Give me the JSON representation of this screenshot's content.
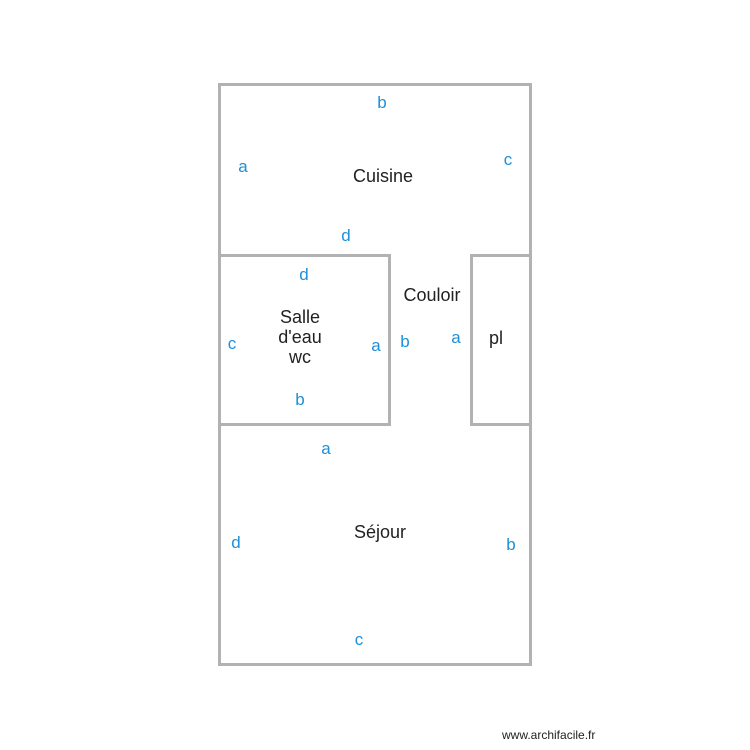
{
  "plan": {
    "rooms": [
      {
        "name": "Cuisine",
        "label": "Cuisine"
      },
      {
        "name": "Salle d'eau wc",
        "label": "Salle\nd'eau\nwc"
      },
      {
        "name": "Couloir",
        "label": "Couloir"
      },
      {
        "name": "pl",
        "label": "pl"
      },
      {
        "name": "Séjour",
        "label": "Séjour"
      }
    ],
    "wall_tags": {
      "cuisine": {
        "top": "b",
        "left": "a",
        "right": "c",
        "bottom": "d"
      },
      "salle_deau": {
        "top": "d",
        "left": "c",
        "right": "a",
        "bottom": "b"
      },
      "couloir": {
        "left": "b",
        "right": "a"
      },
      "sejour": {
        "top": "a",
        "left": "d",
        "right": "b",
        "bottom": "c"
      }
    },
    "colors": {
      "wall": "#b2b2b2",
      "wall_tag": "#1e8fd8",
      "room_label": "#222222"
    }
  },
  "footer": {
    "watermark": "www.archifacile.fr"
  }
}
